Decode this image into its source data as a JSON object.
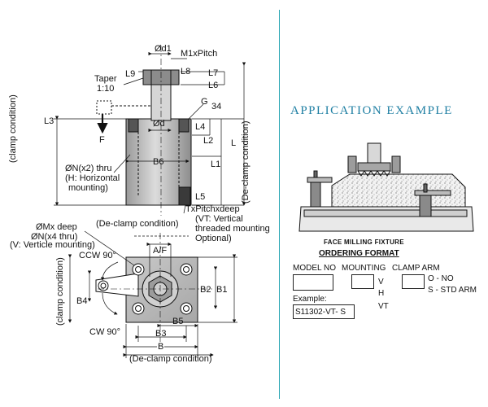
{
  "diagram": {
    "top_view": {
      "d1": "Ød1",
      "m1_pitch": "M1xPitch",
      "l9": "L9",
      "l8": "L8",
      "l7": "L7",
      "l6": "L6",
      "taper": "Taper",
      "taper_ratio": "1:10",
      "g": "G",
      "num34": "34",
      "l3": "L3",
      "f": "F",
      "d": "Ød",
      "l4": "L4",
      "l2": "L2",
      "l": "L",
      "b6": "B6",
      "l1": "L1",
      "n_x2_thru": "ØN(x2) thru",
      "h_horizontal": "(H: Horizontal",
      "mounting": "mounting)",
      "clamp_condition": "(clamp condition)",
      "declamp_condition_v": "(De-clamp condition)",
      "l5": "L5",
      "tx_pitch": "TxPitchxdeep",
      "vt_vertical": "(VT: Vertical",
      "vt_threaded": "threaded mounting",
      "vt_optional": "Optional)"
    },
    "bottom_view": {
      "declamp_condition_top": "(De-clamp condition)",
      "mx_deep": "ØMx deep",
      "n_x4_thru": "ØN(x4 thru)",
      "v_verticle": "(V: Verticle mounting)",
      "af": "A/F",
      "ccw": "CCW 90°",
      "cw": "CW 90°",
      "b4": "B4",
      "b2": "B2",
      "b1": "B1",
      "b5": "B5",
      "b3": "B3",
      "b": "B",
      "clamp_condition": "(clamp condition)",
      "declamp_condition_bottom": "(De-clamp condition)"
    }
  },
  "application": {
    "title": "APPLICATION EXAMPLE",
    "fixture_caption": "FACE MILLING FIXTURE"
  },
  "ordering": {
    "title": "ORDERING FORMAT",
    "model_no": "MODEL NO",
    "mounting": "MOUNTING",
    "clamp_arm": "CLAMP ARM",
    "mount_v": "V",
    "mount_h": "H",
    "mount_vt": "VT",
    "arm_o": "O - NO",
    "arm_s": "S - STD ARM",
    "example_label": "Example:",
    "example_value": "S11302-VT- S"
  }
}
